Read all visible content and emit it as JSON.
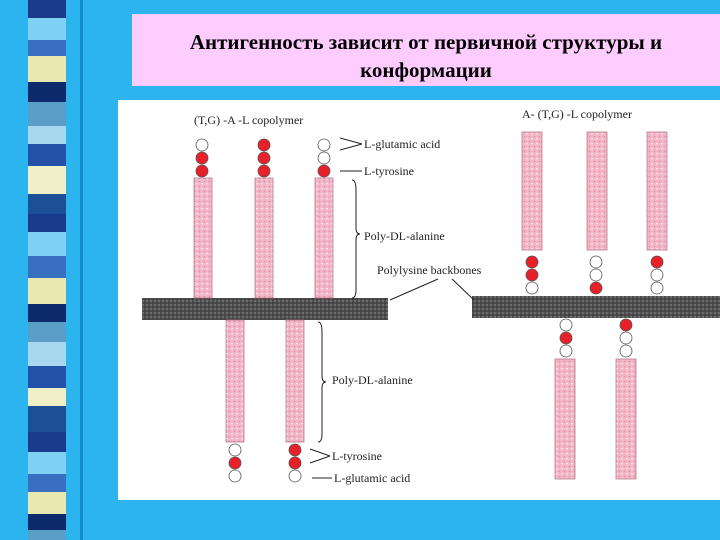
{
  "title": {
    "line1": "Антигенность зависит от первичной структуры и",
    "line2": "конформации"
  },
  "left_panel": {
    "heading": "(T,G) -A -L copolymer",
    "labels": {
      "glutamic_top": "L-glutamic acid",
      "tyrosine_top": "L-tyrosine",
      "polyalanine_top": "Poly-DL-alanine",
      "polyalanine_bottom": "Poly-DL-alanine",
      "tyrosine_bottom": "L-tyrosine",
      "glutamic_bottom": "L-glutamic acid"
    }
  },
  "right_panel": {
    "heading": "A- (T,G) -L copolymer"
  },
  "backbone_label": "Polylysine backbones",
  "colors": {
    "background": "#2bb4ee",
    "title_bg": "#ffccff",
    "rod_fill": "#f3b6c7",
    "tyrosine_circle": "#e8202a",
    "glutamic_circle": "#ffffff",
    "backbone": "#5a5a5a"
  }
}
